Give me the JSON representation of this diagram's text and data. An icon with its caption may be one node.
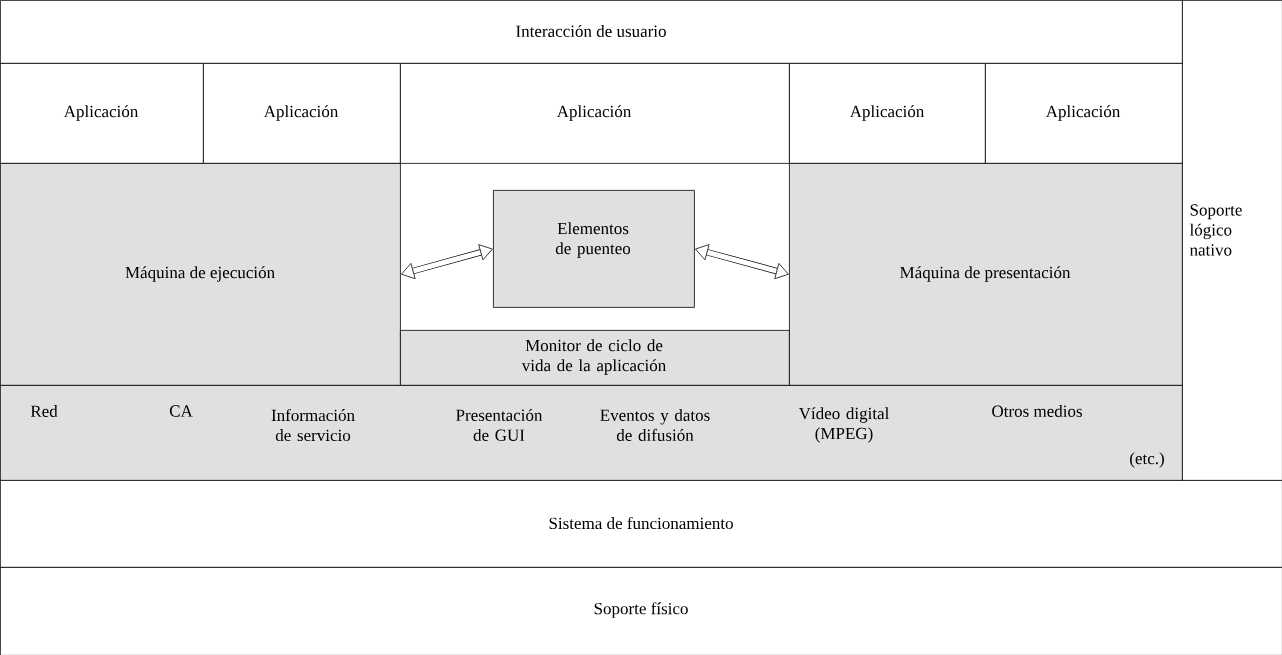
{
  "diagram": {
    "nodes": [
      {
        "text": [
          "Interacción de usuario"
        ]
      },
      {
        "text": [
          "Aplicación"
        ]
      },
      {
        "text": [
          "Aplicación"
        ]
      },
      {
        "text": [
          "Aplicación"
        ]
      },
      {
        "text": [
          "Aplicación"
        ]
      },
      {
        "text": [
          "Aplicación"
        ]
      },
      {
        "text": [
          "Máquina de ejecución"
        ]
      },
      {
        "text": [
          "Elementos de puenteo"
        ]
      },
      {
        "text": [
          "Monitor de ciclo de vida de la aplicación"
        ]
      },
      {
        "text": [
          "Máquina de presentación"
        ]
      },
      {
        "text": [
          "Red",
          "CA",
          "Información de servicio",
          "Presentación de GUI",
          "Eventos y datos de difusión",
          "Vídeo digital (MPEG)",
          "Otros medios",
          "(etc.)"
        ]
      },
      {
        "text": [
          "Soporte lógico nativo"
        ]
      },
      {
        "text": [
          "Sistema de funcionamiento"
        ]
      },
      {
        "text": [
          "Soporte físico"
        ]
      }
    ],
    "edges": [
      {
        "from": 7,
        "to": 6,
        "arrow": "both"
      },
      {
        "from": 7,
        "to": 9,
        "arrow": "both"
      }
    ]
  }
}
